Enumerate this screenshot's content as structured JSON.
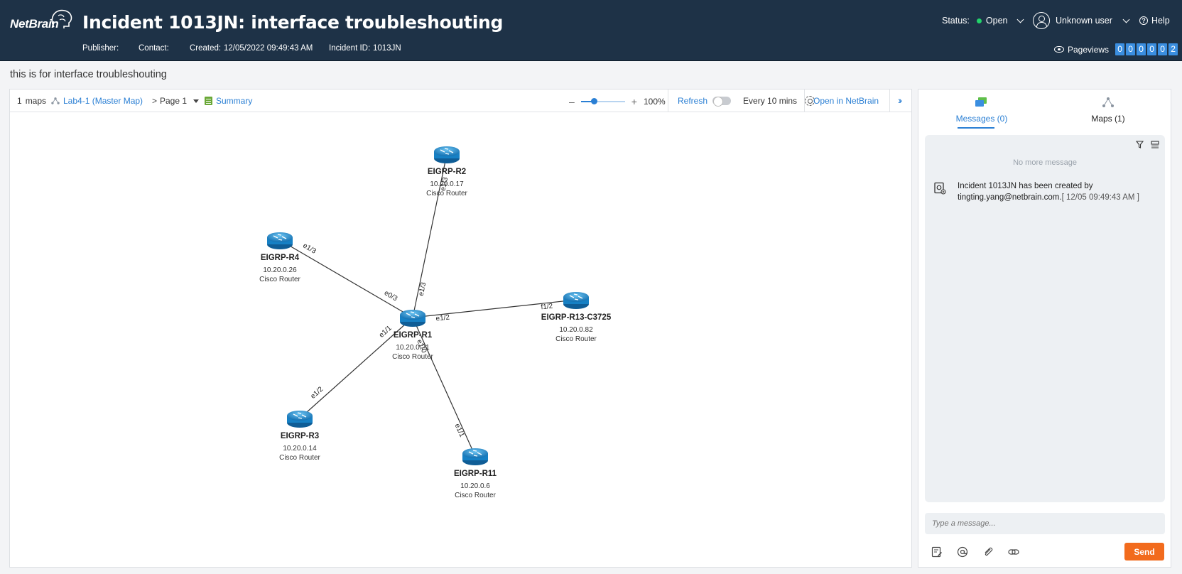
{
  "header": {
    "logo": "NetBrain",
    "title": "Incident 1013JN: interface troubleshouting",
    "publisher_label": "Publisher:",
    "contact_label": "Contact:",
    "created_label": "Created:",
    "created_value": "12/05/2022 09:49:43 AM",
    "incident_id_label": "Incident ID:",
    "incident_id_value": "1013JN",
    "status_label": "Status:",
    "status_value": "Open",
    "status_color": "#22d36a",
    "user": "Unknown user",
    "help": "Help",
    "pageviews_label": "Pageviews",
    "pageviews_digits": [
      "0",
      "0",
      "0",
      "0",
      "0",
      "2"
    ]
  },
  "description": "this is for interface troubleshouting",
  "map_toolbar": {
    "maps_count": "1",
    "maps_label": "maps",
    "map_name": "Lab4-1 (Master Map)",
    "page": "Page 1",
    "summary": "Summary",
    "zoom": "100%",
    "refresh": "Refresh",
    "interval": "Every 10 mins",
    "open_in": "Open in NetBrain"
  },
  "topology": {
    "nodes": [
      {
        "id": "EIGRP-R2",
        "name": "EIGRP-R2",
        "ip": "10.20.0.17",
        "type": "Cisco Router"
      },
      {
        "id": "EIGRP-R4",
        "name": "EIGRP-R4",
        "ip": "10.20.0.26",
        "type": "Cisco Router"
      },
      {
        "id": "EIGRP-R1",
        "name": "EIGRP-R1",
        "ip": "10.20.0.21",
        "type": "Cisco Router"
      },
      {
        "id": "EIGRP-R13-C3725",
        "name": "EIGRP-R13-C3725",
        "ip": "10.20.0.82",
        "type": "Cisco Router"
      },
      {
        "id": "EIGRP-R3",
        "name": "EIGRP-R3",
        "ip": "10.20.0.14",
        "type": "Cisco Router"
      },
      {
        "id": "EIGRP-R11",
        "name": "EIGRP-R11",
        "ip": "10.20.0.6",
        "type": "Cisco Router"
      }
    ],
    "links": [
      {
        "a": "EIGRP-R1",
        "b": "EIGRP-R2",
        "a_if": "e1/3",
        "b_if": "e1/3"
      },
      {
        "a": "EIGRP-R1",
        "b": "EIGRP-R4",
        "a_if": "e0/3",
        "b_if": "e1/3"
      },
      {
        "a": "EIGRP-R1",
        "b": "EIGRP-R13-C3725",
        "a_if": "e1/2",
        "b_if": "f1/2"
      },
      {
        "a": "EIGRP-R1",
        "b": "EIGRP-R3",
        "a_if": "e1/1",
        "b_if": "e1/2"
      },
      {
        "a": "EIGRP-R1",
        "b": "EIGRP-R11",
        "a_if": "e1/0",
        "b_if": "e1/1"
      }
    ]
  },
  "right_panel": {
    "tabs": [
      {
        "label": "Messages (0)",
        "active": true
      },
      {
        "label": "Maps (1)",
        "active": false
      }
    ],
    "no_more": "No more message",
    "message_text": "Incident 1013JN has been created by tingting.yang@netbrain.com.",
    "message_time": "[ 12/05 09:49:43 AM ]",
    "input_placeholder": "Type a message...",
    "send": "Send"
  },
  "colors": {
    "header_bg": "#1e3247",
    "accent": "#2a7fd4",
    "send": "#f26b1d",
    "router": "#1f8fd0"
  },
  "icons": [
    "eye-icon",
    "user-icon",
    "help-icon",
    "map-icon",
    "summary-icon",
    "gear-icon",
    "router-icon",
    "filter-icon",
    "list-icon",
    "note-icon",
    "at-icon",
    "attach-icon",
    "link-icon"
  ]
}
